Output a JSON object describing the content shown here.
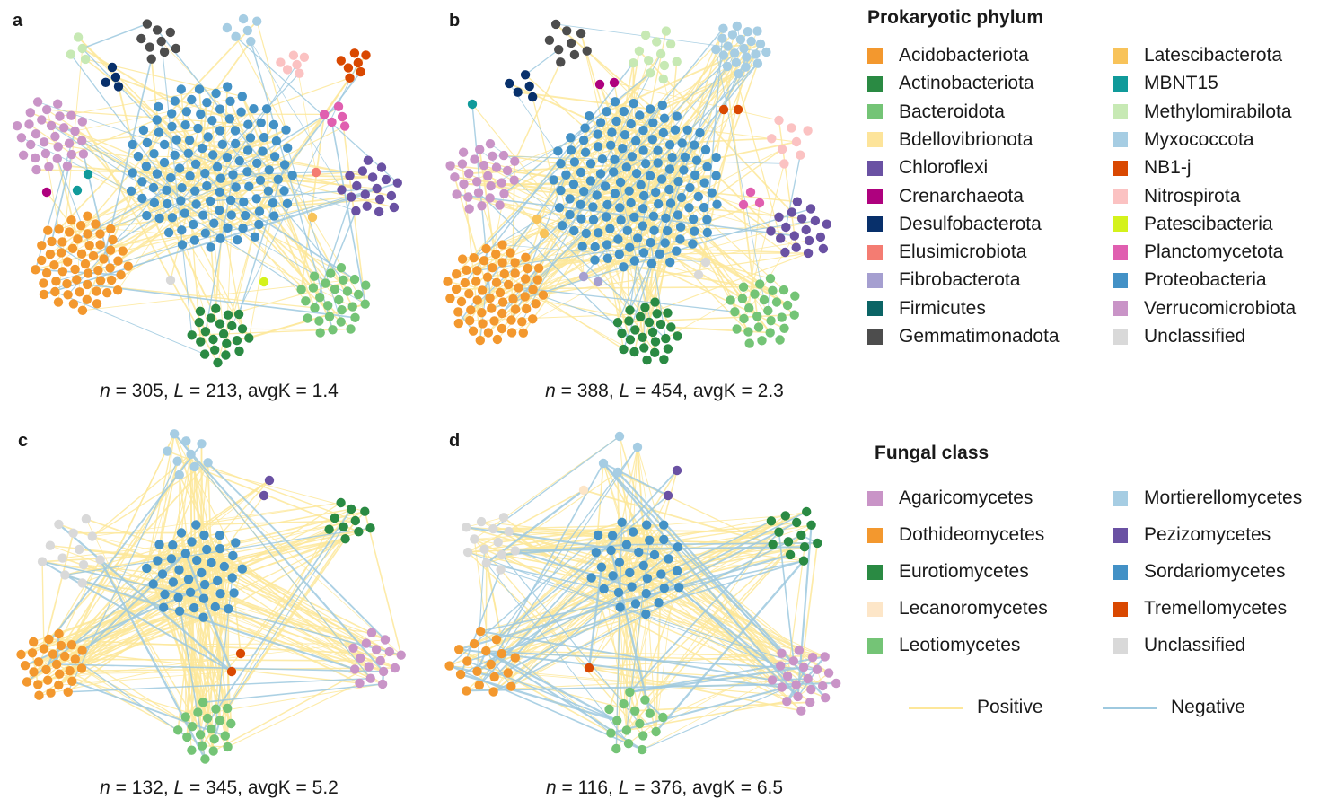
{
  "panels": [
    {
      "letter": "a",
      "n": "305",
      "L": "213",
      "avgK": "1.4"
    },
    {
      "letter": "b",
      "n": "388",
      "L": "454",
      "avgK": "2.3"
    },
    {
      "letter": "c",
      "n": "132",
      "L": "345",
      "avgK": "5.2"
    },
    {
      "letter": "d",
      "n": "116",
      "L": "376",
      "avgK": "6.5"
    }
  ],
  "legend": {
    "prokaryotic": {
      "title": "Prokaryotic phylum",
      "items": [
        {
          "label": "Acidobacteriota",
          "color": "#f3982e"
        },
        {
          "label": "Actinobacteriota",
          "color": "#2a8a43"
        },
        {
          "label": "Bacteroidota",
          "color": "#74c476"
        },
        {
          "label": "Bdellovibrionota",
          "color": "#fde49a"
        },
        {
          "label": "Chloroflexi",
          "color": "#6a51a3"
        },
        {
          "label": "Crenarchaeota",
          "color": "#ae017e"
        },
        {
          "label": "Desulfobacterota",
          "color": "#08306b"
        },
        {
          "label": "Elusimicrobiota",
          "color": "#f47c72"
        },
        {
          "label": "Fibrobacterota",
          "color": "#a59fd0"
        },
        {
          "label": "Firmicutes",
          "color": "#0b6465"
        },
        {
          "label": "Gemmatimonadota",
          "color": "#4d4d4d"
        },
        {
          "label": "Latescibacterota",
          "color": "#f8c35a"
        },
        {
          "label": "MBNT15",
          "color": "#109a9a"
        },
        {
          "label": "Methylomirabilota",
          "color": "#c7e9b4"
        },
        {
          "label": "Myxococcota",
          "color": "#a6cde3"
        },
        {
          "label": "NB1-j",
          "color": "#d94801"
        },
        {
          "label": "Nitrospirota",
          "color": "#fbc2c2"
        },
        {
          "label": "Patescibacteria",
          "color": "#d4f21c"
        },
        {
          "label": "Planctomycetota",
          "color": "#e05fb0"
        },
        {
          "label": "Proteobacteria",
          "color": "#4391c6"
        },
        {
          "label": "Verrucomicrobiota",
          "color": "#c994c7"
        },
        {
          "label": "Unclassified",
          "color": "#d9d9d9"
        }
      ]
    },
    "fungal": {
      "title": "Fungal class",
      "items": [
        {
          "label": "Agaricomycetes",
          "color": "#c994c7"
        },
        {
          "label": "Dothideomycetes",
          "color": "#f3982e"
        },
        {
          "label": "Eurotiomycetes",
          "color": "#2a8a43"
        },
        {
          "label": "Lecanoromycetes",
          "color": "#fde6c8"
        },
        {
          "label": "Leotiomycetes",
          "color": "#74c476"
        },
        {
          "label": "Mortierellomycetes",
          "color": "#a6cde3"
        },
        {
          "label": "Pezizomycetes",
          "color": "#6a51a3"
        },
        {
          "label": "Sordariomycetes",
          "color": "#4391c6"
        },
        {
          "label": "Tremellomycetes",
          "color": "#d94801"
        },
        {
          "label": "Unclassified",
          "color": "#d9d9d9"
        }
      ]
    },
    "edges": [
      {
        "label": "Positive",
        "color": "#fde79a"
      },
      {
        "label": "Negative",
        "color": "#9ec9df"
      }
    ]
  }
}
